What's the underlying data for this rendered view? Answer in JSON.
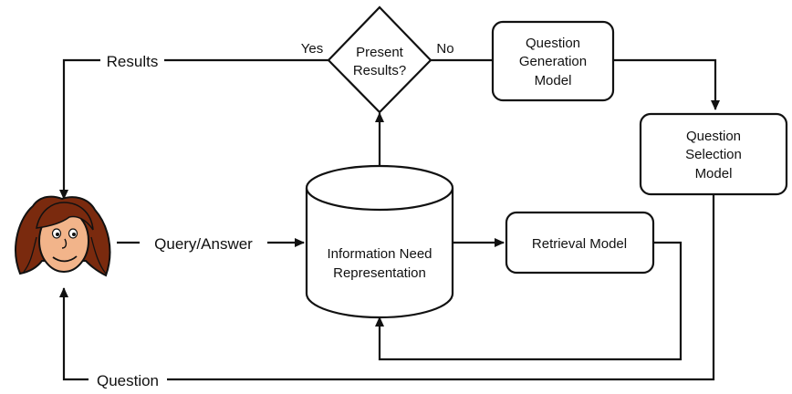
{
  "nodes": {
    "present_results": {
      "lines": [
        "Present",
        "Results?"
      ]
    },
    "question_generation": {
      "lines": [
        "Question",
        "Generation",
        "Model"
      ]
    },
    "question_selection": {
      "lines": [
        "Question",
        "Selection",
        "Model"
      ]
    },
    "information_need": {
      "lines": [
        "Information Need",
        "Representation"
      ]
    },
    "retrieval_model": {
      "lines": [
        "Retrieval Model"
      ]
    }
  },
  "edge_labels": {
    "results": "Results",
    "query_answer": "Query/Answer",
    "question": "Question",
    "yes": "Yes",
    "no": "No"
  },
  "user": {
    "icon": "woman-user-icon"
  },
  "colors": {
    "stroke": "#111111",
    "hair": "#7a2a0e",
    "skin": "#f2b48a"
  }
}
